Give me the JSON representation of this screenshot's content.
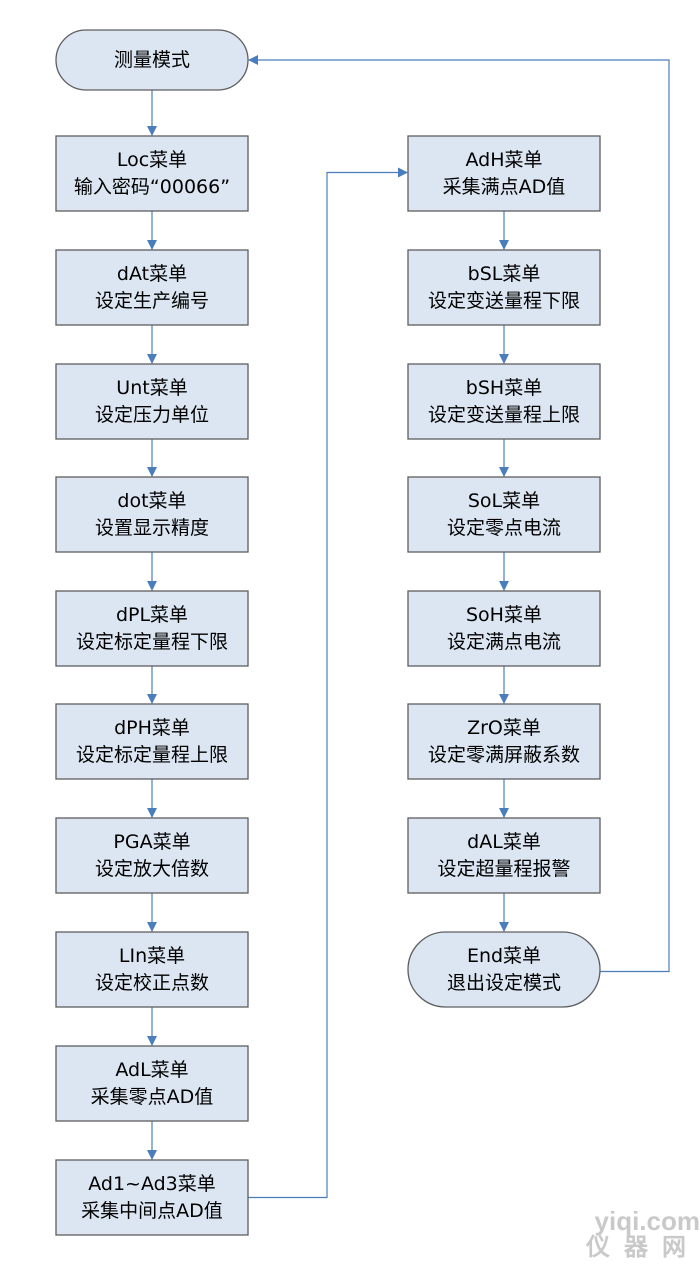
{
  "diagram": {
    "nodes": [
      {
        "id": "measure",
        "shape": "terminal",
        "lines": [
          "测量模式"
        ]
      },
      {
        "id": "loc",
        "shape": "process",
        "lines": [
          "Loc菜单",
          "输入密码“00066”"
        ]
      },
      {
        "id": "dat",
        "shape": "process",
        "lines": [
          "dAt菜单",
          "设定生产编号"
        ]
      },
      {
        "id": "unt",
        "shape": "process",
        "lines": [
          "Unt菜单",
          "设定压力单位"
        ]
      },
      {
        "id": "dot",
        "shape": "process",
        "lines": [
          "dot菜单",
          "设置显示精度"
        ]
      },
      {
        "id": "dpl",
        "shape": "process",
        "lines": [
          "dPL菜单",
          "设定标定量程下限"
        ]
      },
      {
        "id": "dph",
        "shape": "process",
        "lines": [
          "dPH菜单",
          "设定标定量程上限"
        ]
      },
      {
        "id": "pga",
        "shape": "process",
        "lines": [
          "PGA菜单",
          "设定放大倍数"
        ]
      },
      {
        "id": "lin",
        "shape": "process",
        "lines": [
          "LIn菜单",
          "设定校正点数"
        ]
      },
      {
        "id": "adl",
        "shape": "process",
        "lines": [
          "AdL菜单",
          "采集零点AD值"
        ]
      },
      {
        "id": "ad13",
        "shape": "process",
        "lines": [
          "Ad1~Ad3菜单",
          "采集中间点AD值"
        ]
      },
      {
        "id": "adh",
        "shape": "process",
        "lines": [
          "AdH菜单",
          "采集满点AD值"
        ]
      },
      {
        "id": "bsl",
        "shape": "process",
        "lines": [
          "bSL菜单",
          "设定变送量程下限"
        ]
      },
      {
        "id": "bsh",
        "shape": "process",
        "lines": [
          "bSH菜单",
          "设定变送量程上限"
        ]
      },
      {
        "id": "sol",
        "shape": "process",
        "lines": [
          "SoL菜单",
          "设定零点电流"
        ]
      },
      {
        "id": "soh",
        "shape": "process",
        "lines": [
          "SoH菜单",
          "设定满点电流"
        ]
      },
      {
        "id": "zro",
        "shape": "process",
        "lines": [
          "ZrO菜单",
          "设定零满屏蔽系数"
        ]
      },
      {
        "id": "dal",
        "shape": "process",
        "lines": [
          "dAL菜单",
          "设定超量程报警"
        ]
      },
      {
        "id": "end",
        "shape": "terminal",
        "lines": [
          "End菜单",
          "退出设定模式"
        ]
      }
    ],
    "edges": [
      [
        "measure",
        "loc"
      ],
      [
        "loc",
        "dat"
      ],
      [
        "dat",
        "unt"
      ],
      [
        "unt",
        "dot"
      ],
      [
        "dot",
        "dpl"
      ],
      [
        "dpl",
        "dph"
      ],
      [
        "dph",
        "pga"
      ],
      [
        "pga",
        "lin"
      ],
      [
        "lin",
        "adl"
      ],
      [
        "adl",
        "ad13"
      ],
      [
        "ad13",
        "adh"
      ],
      [
        "adh",
        "bsl"
      ],
      [
        "bsl",
        "bsh"
      ],
      [
        "bsh",
        "sol"
      ],
      [
        "sol",
        "soh"
      ],
      [
        "soh",
        "zro"
      ],
      [
        "zro",
        "dal"
      ],
      [
        "dal",
        "end"
      ],
      [
        "end",
        "measure"
      ]
    ]
  },
  "colors": {
    "node_fill": "#dce6f2",
    "node_border": "#5e5e5e",
    "arrow": "#4a7ebb"
  },
  "watermark": {
    "line1": "yiqi.com",
    "line2": "仪器网"
  }
}
